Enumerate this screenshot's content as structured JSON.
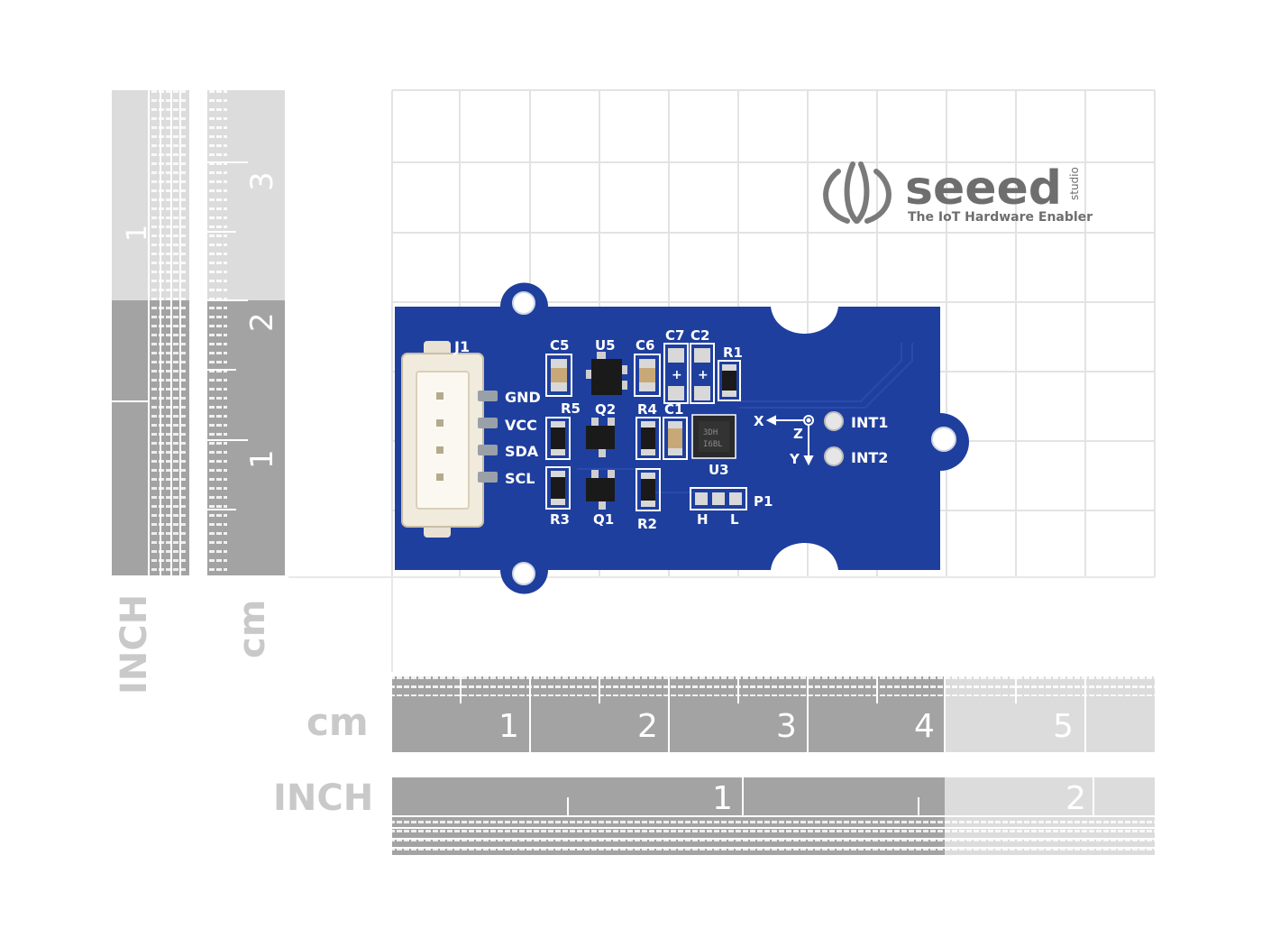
{
  "logo": {
    "brand": "seeed",
    "sub": "studio",
    "tagline": "The IoT Hardware Enabler"
  },
  "board": {
    "connector": "J1",
    "pins": [
      "GND",
      "VCC",
      "SDA",
      "SCL"
    ],
    "components": {
      "c5": "C5",
      "u5": "U5",
      "c6": "C6",
      "c7": "C7",
      "c2": "C2",
      "r1": "R1",
      "r5": "R5",
      "q2": "Q2",
      "r4": "R4",
      "c1": "C1",
      "u3": "U3",
      "r3": "R3",
      "q1": "Q1",
      "r2": "R2",
      "p1": "P1"
    },
    "axes": {
      "x": "X",
      "y": "Y",
      "z": "Z"
    },
    "jumper_h": "H",
    "jumper_l": "L",
    "int1": "INT1",
    "int2": "INT2"
  },
  "rulers": {
    "left_inch_label": "INCH",
    "left_cm_label": "cm",
    "left_inch_numbers": [
      "1"
    ],
    "left_cm_numbers": [
      "3",
      "2",
      "1"
    ],
    "bottom_cm_label": "cm",
    "bottom_inch_label": "INCH",
    "bottom_cm_numbers": [
      "1",
      "2",
      "3",
      "4",
      "5"
    ],
    "bottom_inch_numbers": [
      "1",
      "2"
    ]
  },
  "colors": {
    "pcb": "#1f3f9e",
    "ruler_dark": "#a3a3a3",
    "ruler_light": "#dcdcdc",
    "grid": "#e3e3e3"
  }
}
